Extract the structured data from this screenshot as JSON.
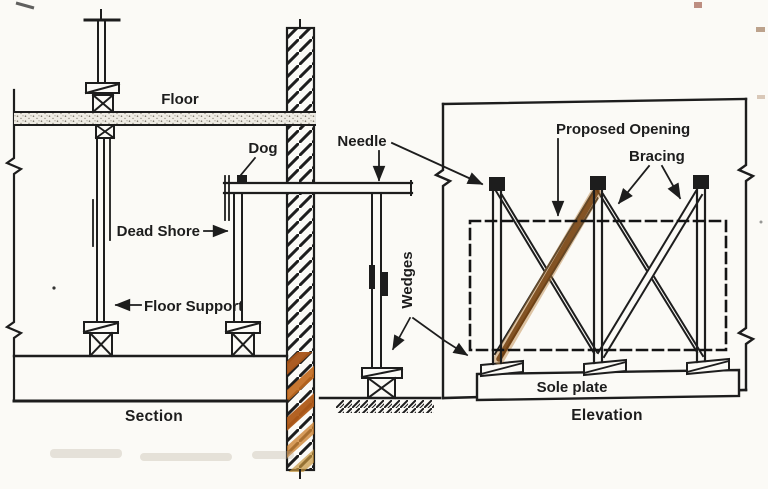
{
  "colors": {
    "ink": "#1d1d1d",
    "paper": "#fbfaf6",
    "wall_highlight_orange": "#b5621c",
    "brace_highlight_brown": "#74400f"
  },
  "section": {
    "caption": "Section",
    "labels": {
      "floor": "Floor",
      "dog": "Dog",
      "dead_shore": "Dead Shore",
      "floor_support": "Floor Support",
      "needle": "Needle",
      "wedges": "Wedges"
    }
  },
  "elevation": {
    "caption": "Elevation",
    "labels": {
      "proposed_opening": "Proposed Opening",
      "bracing": "Bracing",
      "sole_plate": "Sole plate"
    }
  }
}
